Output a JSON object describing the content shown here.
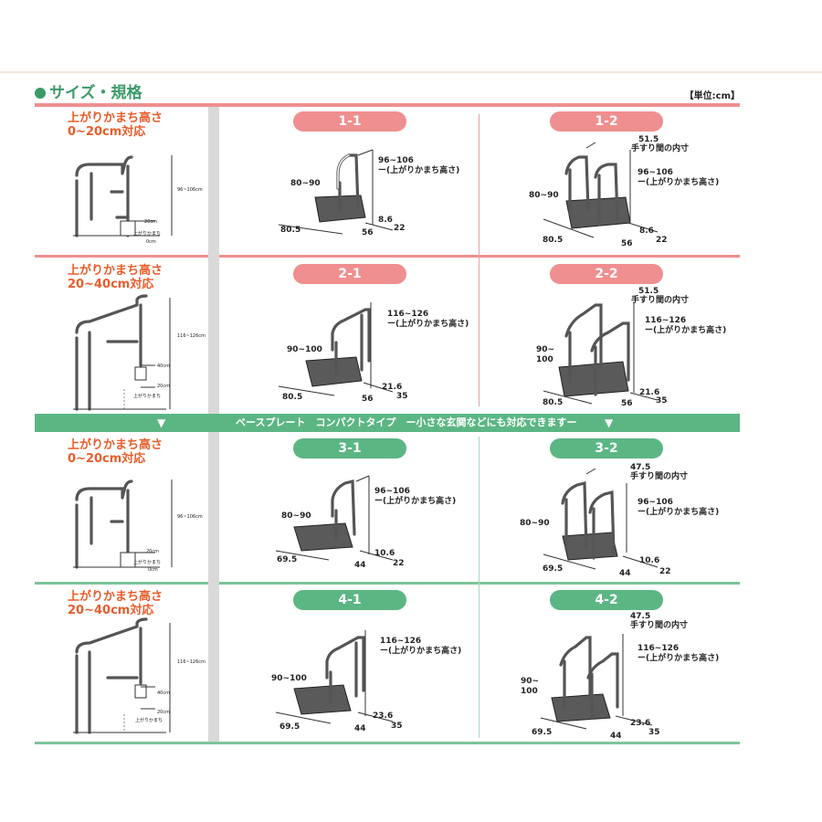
{
  "header": {
    "title": "サイズ・規格",
    "unit": "【単位:cm】"
  },
  "banner": {
    "text": "ベースプレート　コンパクトタイプ　ー小さな玄関などにも対応できますー",
    "arrow": "▼"
  },
  "rows": [
    {
      "label1": "上がりかまち高さ",
      "label2": "0~20cm対応",
      "side": {
        "height": "96~106cm",
        "step": "20cm",
        "step_label1": "上がりかまち",
        "step_label2": "0cm"
      },
      "models": [
        {
          "name": "1-1",
          "handrail": "80~90",
          "height1": "96~106",
          "height2": "ー(上がりかまち高さ)",
          "width": "80.5",
          "depth": "56",
          "gap": "8.6",
          "extra": "22"
        },
        {
          "name": "1-2",
          "handrail": "80~90",
          "height1": "96~106",
          "height2": "ー(上がりかまち高さ)",
          "inner1": "51.5",
          "inner2": "手すり間の内寸",
          "width": "80.5",
          "depth": "56",
          "gap": "8.6",
          "extra": "22"
        }
      ]
    },
    {
      "label1": "上がりかまち高さ",
      "label2": "20~40cm対応",
      "side": {
        "height": "116~126cm",
        "step": "40cm",
        "step2": "20cm",
        "step_label1": "上がりかまち"
      },
      "models": [
        {
          "name": "2-1",
          "handrail": "90~100",
          "height1": "116~126",
          "height2": "ー(上がりかまち高さ)",
          "width": "80.5",
          "depth": "56",
          "gap": "21.6",
          "extra": "35"
        },
        {
          "name": "2-2",
          "handrail1": "90~",
          "handrail2": "100",
          "height1": "116~126",
          "height2": "ー(上がりかまち高さ)",
          "inner1": "51.5",
          "inner2": "手すり間の内寸",
          "width": "80.5",
          "depth": "56",
          "gap": "21.6",
          "extra": "35"
        }
      ]
    },
    {
      "label1": "上がりかまち高さ",
      "label2": "0~20cm対応",
      "side": {
        "height": "96~106cm",
        "step": "20cm",
        "step_label1": "上がりかまち",
        "step_label2": "0cm"
      },
      "models": [
        {
          "name": "3-1",
          "handrail": "80~90",
          "height1": "96~106",
          "height2": "ー(上がりかまち高さ)",
          "width": "69.5",
          "depth": "44",
          "gap": "10.6",
          "extra": "22"
        },
        {
          "name": "3-2",
          "handrail": "80~90",
          "height1": "96~106",
          "height2": "ー(上がりかまち高さ)",
          "inner1": "47.5",
          "inner2": "手すり間の内寸",
          "width": "69.5",
          "depth": "44",
          "gap": "10.6",
          "extra": "22"
        }
      ]
    },
    {
      "label1": "上がりかまち高さ",
      "label2": "20~40cm対応",
      "side": {
        "height": "116~126cm",
        "step": "40cm",
        "step2": "20cm",
        "step_label1": "上がりかまち"
      },
      "models": [
        {
          "name": "4-1",
          "handrail": "90~100",
          "height1": "116~126",
          "height2": "ー(上がりかまち高さ)",
          "width": "69.5",
          "depth": "44",
          "gap": "23.6",
          "extra": "35"
        },
        {
          "name": "4-2",
          "handrail1": "90~",
          "handrail2": "100",
          "height1": "116~126",
          "height2": "ー(上がりかまち高さ)",
          "inner1": "47.5",
          "inner2": "手すり間の内寸",
          "width": "69.5",
          "depth": "44",
          "gap": "23.6",
          "extra": "35"
        }
      ]
    }
  ]
}
